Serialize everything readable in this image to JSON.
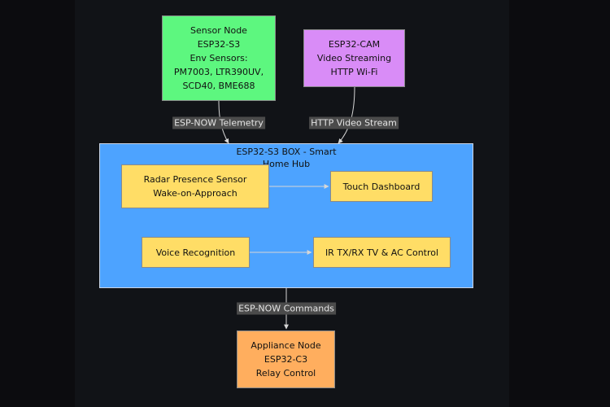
{
  "diagram": {
    "nodes": {
      "sensor_node": {
        "lines": [
          "Sensor Node",
          "ESP32-S3",
          "Env Sensors:",
          "PM7003, LTR390UV,",
          "SCD40, BME688"
        ],
        "color": "#5df77f"
      },
      "esp32_cam": {
        "lines": [
          "ESP32-CAM",
          "Video Streaming",
          "HTTP Wi-Fi"
        ],
        "color": "#d98cf7"
      },
      "radar": {
        "lines": [
          "Radar Presence Sensor",
          "Wake-on-Approach"
        ],
        "color": "#ffdd66"
      },
      "touch_dashboard": {
        "lines": [
          "Touch Dashboard"
        ],
        "color": "#ffdd66"
      },
      "voice_recognition": {
        "lines": [
          "Voice Recognition"
        ],
        "color": "#ffdd66"
      },
      "ir_control": {
        "lines": [
          "IR TX/RX TV & AC Control"
        ],
        "color": "#ffdd66"
      },
      "appliance_node": {
        "lines": [
          "Appliance Node",
          "ESP32-C3",
          "Relay Control"
        ],
        "color": "#ffae5e"
      }
    },
    "hub": {
      "title_lines": [
        "ESP32-S3 BOX - Smart",
        "Home Hub"
      ],
      "color": "#4da3ff"
    },
    "edge_labels": {
      "sensor_to_hub": "ESP-NOW Telemetry",
      "cam_to_hub": "HTTP Video Stream",
      "hub_to_appliance": "ESP-NOW Commands"
    }
  }
}
